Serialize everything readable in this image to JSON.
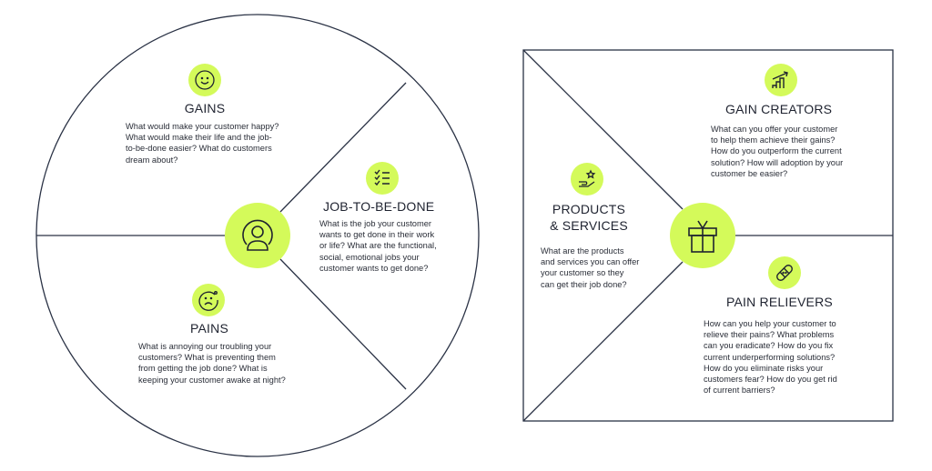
{
  "colors": {
    "accent": "#d4fa5a",
    "stroke": "#2a3245"
  },
  "customer_profile": {
    "center_icon": "user-icon",
    "gains": {
      "icon": "smile-icon",
      "title": "GAINS",
      "lines": [
        "What would make your customer happy?",
        "What would make their life and the job-",
        "to-be-done easier? What do customers",
        "dream about?"
      ]
    },
    "job": {
      "icon": "checklist-icon",
      "title": "JOB-TO-BE-DONE",
      "lines": [
        "What is the job your customer",
        "wants to get done in their work",
        "or life? What are the functional,",
        "social, emotional jobs your",
        "customer wants to get done?"
      ]
    },
    "pains": {
      "icon": "sad-face-icon",
      "title": "PAINS",
      "lines": [
        "What is annoying our troubling your",
        "customers? What is preventing them",
        "from getting the job done? What is",
        "keeping your customer awake at night?"
      ]
    }
  },
  "value_map": {
    "center_icon": "gift-icon",
    "gain_creators": {
      "icon": "growth-chart-icon",
      "title": "GAIN CREATORS",
      "lines": [
        "What can you offer your customer",
        "to help them achieve their gains?",
        "How do you outperform the current",
        "solution? How will adoption by your",
        "customer be easier?"
      ]
    },
    "products": {
      "icon": "hand-star-icon",
      "title_line1": "PRODUCTS",
      "title_line2": "& SERVICES",
      "lines": [
        "What are the products",
        "and services you can offer",
        "your customer so they",
        "can get their job done?"
      ]
    },
    "pain_relievers": {
      "icon": "bandage-icon",
      "title": "PAIN RELIEVERS",
      "lines": [
        "How can you help your customer to",
        "relieve their pains? What problems",
        "can you eradicate? How do you fix",
        "current underperforming solutions?",
        "How do you eliminate risks your",
        "customers fear? How do you get rid",
        "of current barriers?"
      ]
    }
  }
}
